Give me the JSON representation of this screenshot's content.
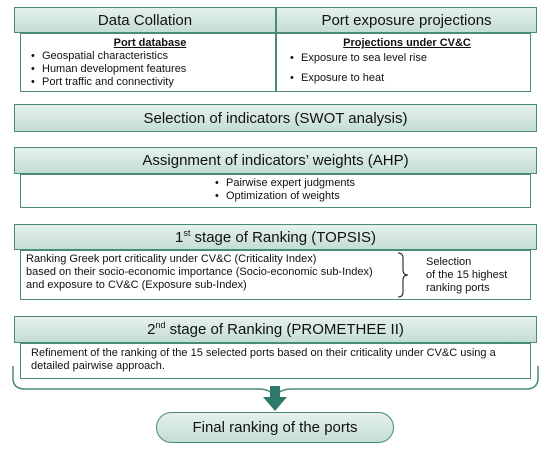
{
  "top": {
    "left": {
      "header": "Data Collation",
      "subtitle": "Port database",
      "items": [
        "Geospatial characteristics",
        "Human development features",
        "Port traffic and connectivity"
      ]
    },
    "right": {
      "header": "Port exposure projections",
      "subtitle": "Projections under CV&C",
      "items": [
        "Exposure to sea level rise",
        "Exposure to heat"
      ]
    }
  },
  "swot": {
    "label": "Selection of indicators (SWOT analysis)"
  },
  "ahp": {
    "label": "Assignment of indicators’ weights (AHP)",
    "items": [
      "Pairwise expert judgments",
      "Optimization of weights"
    ]
  },
  "topsis": {
    "ordinal": "1",
    "sup": "st",
    "label": " stage of Ranking (TOPSIS)",
    "lines": [
      "Ranking Greek port criticality under CV&C (Criticality Index)",
      "based on their socio-economic importance (Socio-economic sub-Index)",
      "and exposure to CV&C (Exposure sub-Index)"
    ],
    "selection": [
      "Selection",
      "of the 15 highest",
      "ranking ports"
    ]
  },
  "promethee": {
    "ordinal": "2",
    "sup": "nd",
    "label": " stage of Ranking (PROMETHEE II)",
    "lines": [
      "Refinement of the ranking of the 15 selected ports based on their criticality under CV&C using a",
      "detailed pairwise approach."
    ]
  },
  "final": {
    "label": "Final ranking of the ports"
  },
  "colors": {
    "border": "#4a8a7a",
    "header_top": "#e6f1ed",
    "header_bottom": "#c3ddd5",
    "arrow": "#2e7a6a"
  }
}
